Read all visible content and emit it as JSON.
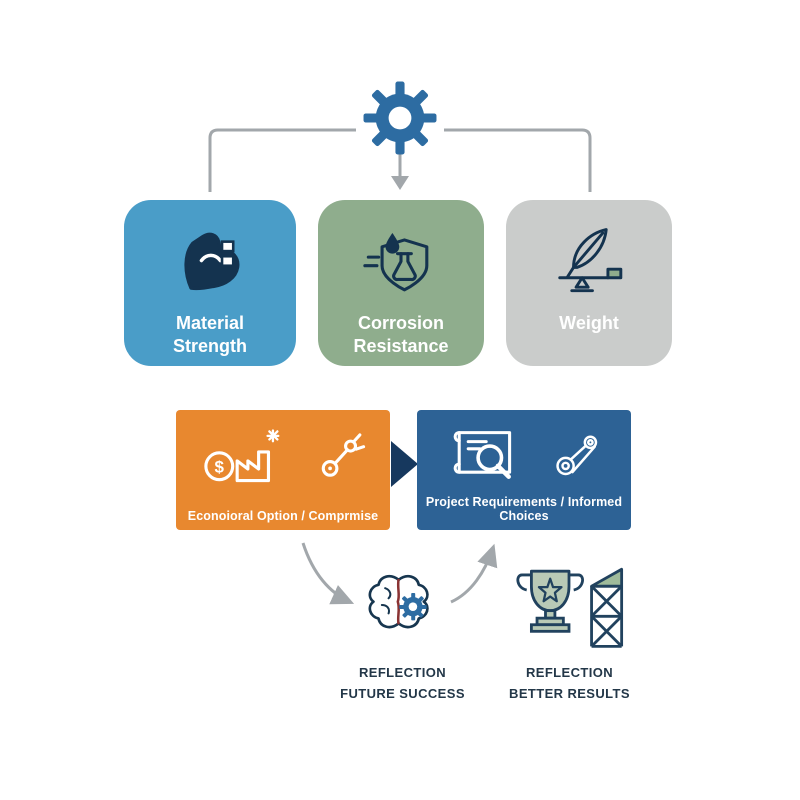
{
  "canvas": {
    "background": "#ffffff"
  },
  "header": {
    "gear_icon": "gear-icon",
    "gear_color": "#2d6ca2",
    "connector_color": "#a2a7ab"
  },
  "criteria_boxes": [
    {
      "line1": "Material",
      "line2": "Strength",
      "color": "#4a9dc8",
      "icon": "flexed-arm-icon"
    },
    {
      "line1": "Corrosion",
      "line2": "Resistance",
      "color": "#8fad8d",
      "icon": "shield-droplet-flask-icon"
    },
    {
      "line1": "Weight",
      "line2": "",
      "color": "#cacccb",
      "icon": "feather-scale-icon"
    }
  ],
  "decision_boxes": [
    {
      "label": "Econoioral Option / Comprmise",
      "color": "#e8882f",
      "icons": [
        "dollar-coin-icon",
        "factory-icon",
        "robotic-arm-icon"
      ]
    },
    {
      "label": "Project Requirements / Informed Choices",
      "color": "#2d6295",
      "icons": [
        "blueprint-magnifier-icon",
        "connecting-rod-icon"
      ]
    }
  ],
  "flow": {
    "arrow_color": "#16385e",
    "curve_color": "#a2a7ab"
  },
  "outcomes": [
    {
      "line1": "REFLECTION",
      "line2": "FUTURE SUCCESS",
      "icon": "brain-gear-icon"
    },
    {
      "line1": "REFLECTION",
      "line2": "BETTER RESULTS",
      "icon": "trophy-scaffold-icon"
    }
  ]
}
